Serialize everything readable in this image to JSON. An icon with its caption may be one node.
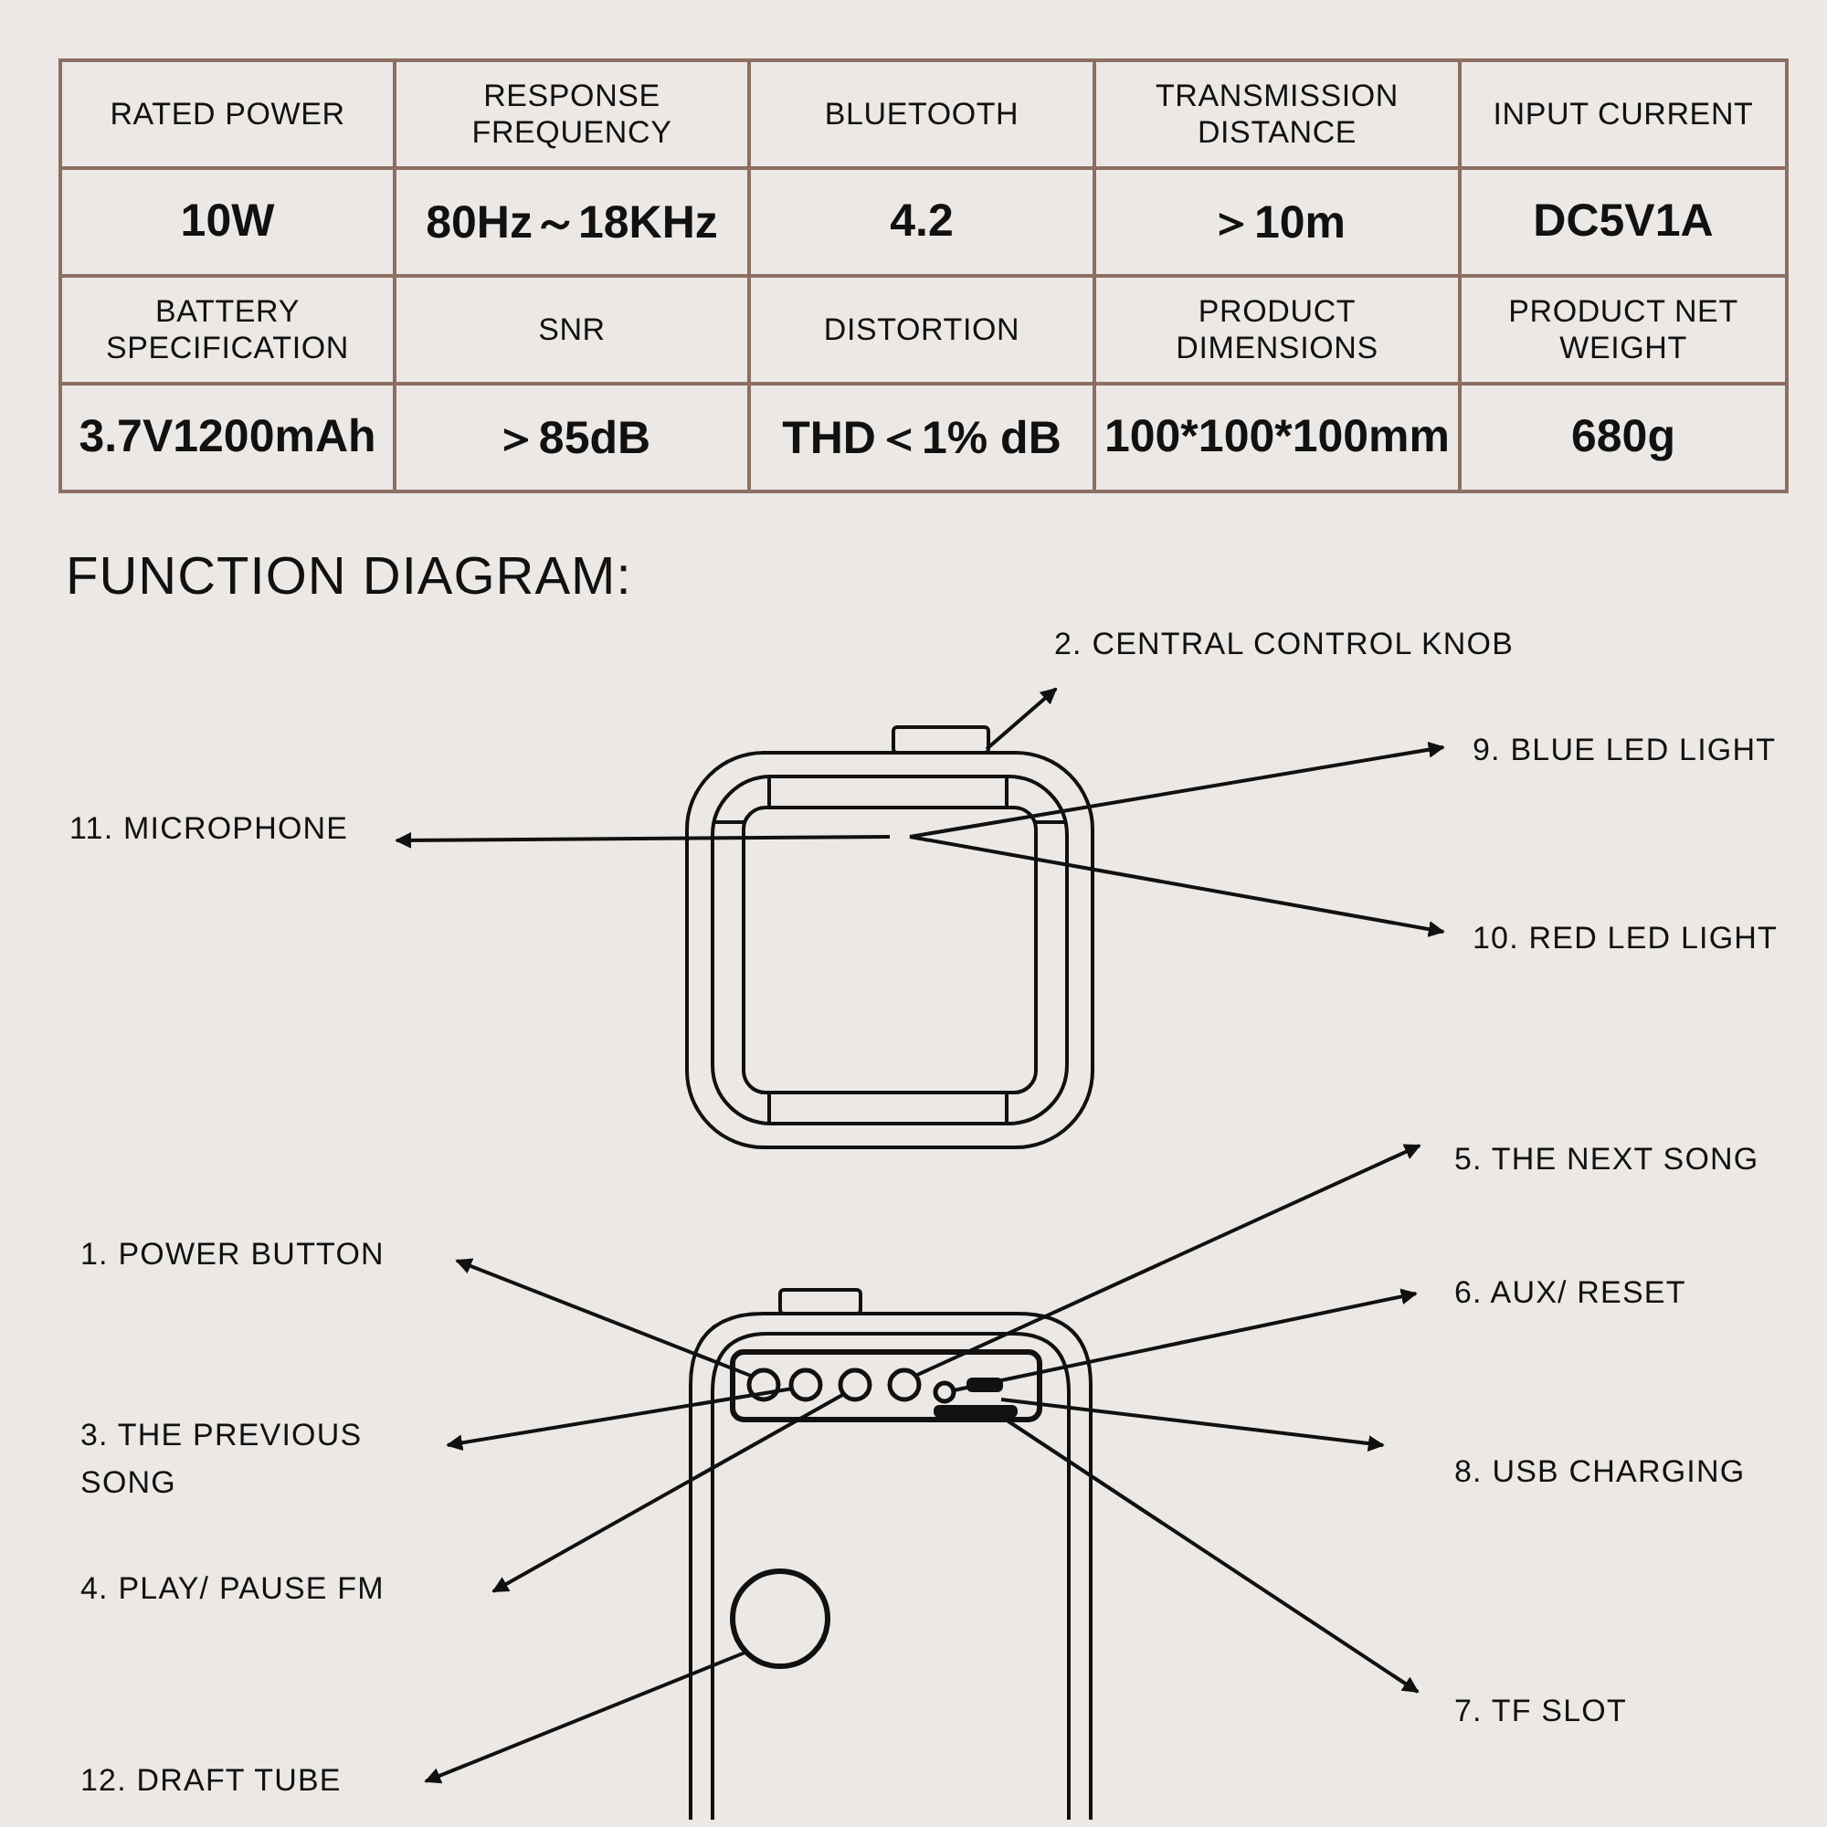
{
  "diagram": {
    "title": "FUNCTION DIAGRAM:",
    "nodes": [
      {
        "text": [
          "2. CENTRAL CONTROL KNOB"
        ]
      },
      {
        "text": [
          "9. BLUE LED LIGHT"
        ]
      },
      {
        "text": [
          "11. MICROPHONE"
        ]
      },
      {
        "text": [
          "10. RED LED LIGHT"
        ]
      },
      {
        "text": [
          "5. THE NEXT SONG"
        ]
      },
      {
        "text": [
          "1. POWER BUTTON"
        ]
      },
      {
        "text": [
          "6. AUX/ RESET"
        ]
      },
      {
        "text": [
          "3. THE PREVIOUS SONG"
        ]
      },
      {
        "text": [
          "8. USB CHARGING"
        ]
      },
      {
        "text": [
          "4. PLAY/ PAUSE FM"
        ]
      },
      {
        "text": [
          "7. TF SLOT"
        ]
      },
      {
        "text": [
          "12. DRAFT TUBE"
        ]
      },
      {
        "text": [],
        "shape": "box"
      },
      {
        "text": [],
        "shape": "circle"
      },
      {
        "text": [],
        "shape": "circle"
      },
      {
        "text": [],
        "shape": "circle"
      },
      {
        "text": [],
        "shape": "circle"
      },
      {
        "text": [],
        "shape": "circle"
      },
      {
        "text": [],
        "shape": "box"
      },
      {
        "text": [],
        "shape": "box"
      },
      {
        "text": [],
        "shape": "circle"
      },
      {
        "text": [],
        "shape": "box"
      }
    ],
    "edges": [
      {
        "from": 12,
        "to": 0,
        "arrow": "to"
      },
      {
        "from": 21,
        "to": 1,
        "arrow": "to"
      },
      {
        "from": 21,
        "to": 2,
        "arrow": "to"
      },
      {
        "from": 21,
        "to": 3,
        "arrow": "to"
      },
      {
        "from": 16,
        "to": 4,
        "arrow": "to"
      },
      {
        "from": 13,
        "to": 5,
        "arrow": "to"
      },
      {
        "from": 17,
        "to": 6,
        "arrow": "to"
      },
      {
        "from": 14,
        "to": 7,
        "arrow": "to"
      },
      {
        "from": 18,
        "to": 8,
        "arrow": "to"
      },
      {
        "from": 15,
        "to": 9,
        "arrow": "to"
      },
      {
        "from": 19,
        "to": 10,
        "arrow": "to"
      },
      {
        "from": 20,
        "to": 11,
        "arrow": "to"
      }
    ],
    "labels": [
      "RATED POWER",
      "RESPONSE FREQUENCY",
      "BLUETOOTH",
      "TRANSMISSION DISTANCE",
      "INPUT CURRENT",
      "10W",
      "80Hz～18KHz",
      "4.2",
      "＞10m",
      "DC5V1A",
      "BATTERY SPECIFICATION",
      "SNR",
      "DISTORTION",
      "PRODUCT DIMENSIONS",
      "PRODUCT NET WEIGHT",
      "3.7V1200mAh",
      "＞85dB",
      "THD＜1% dB",
      "100*100*100mm",
      "680g"
    ]
  }
}
